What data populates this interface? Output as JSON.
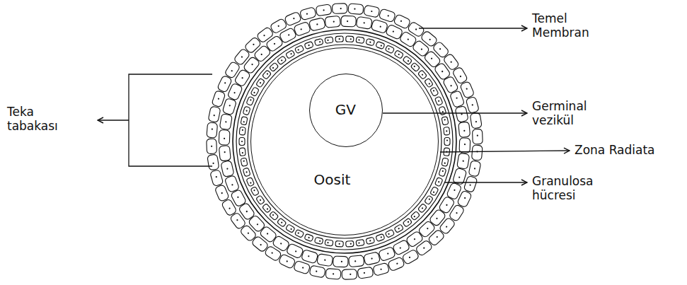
{
  "diagram": {
    "nodes": [
      {
        "text": [
          "Oosit"
        ]
      },
      {
        "text": [
          "GV"
        ],
        "in": 0
      }
    ],
    "labels": [
      "Temel Membran",
      "Germinal vezikül",
      "Zona Radiata",
      "Granulosa hücresi",
      "Teka tabakası"
    ]
  }
}
